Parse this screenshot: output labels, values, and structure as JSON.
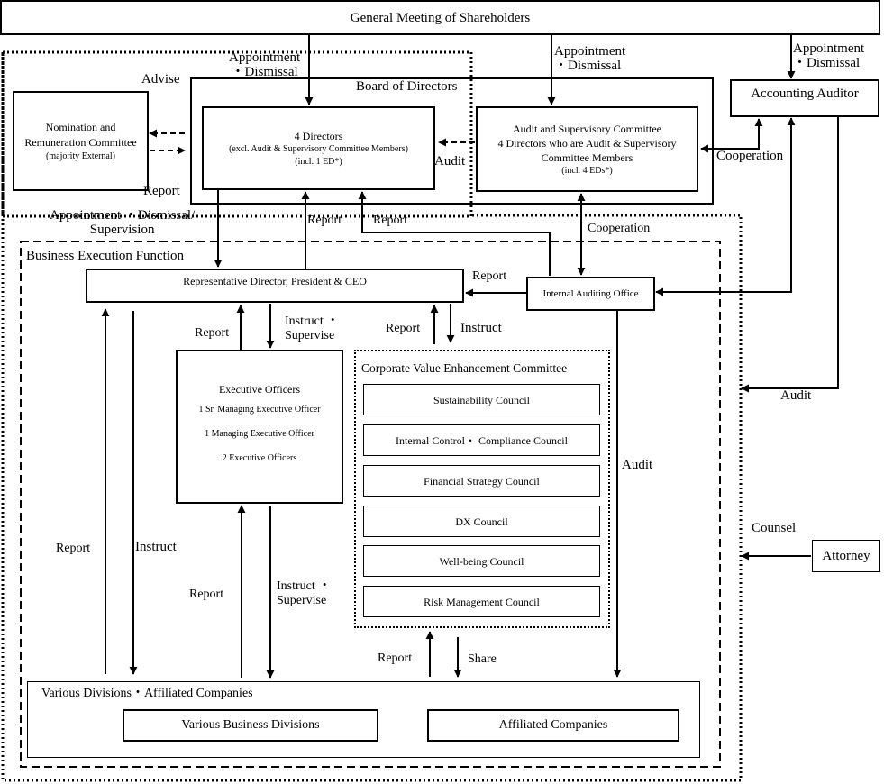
{
  "nodes": {
    "gms": "General Meeting of Shareholders",
    "board": "Board of Directors",
    "nomination": {
      "title": "Nomination and Remuneration Committee",
      "note": "(majority External)"
    },
    "directors": {
      "title": "4 Directors",
      "note": "(excl. Audit & Supervisory Committee Members)",
      "note2": "(incl. 1 ED*)"
    },
    "asc": {
      "title": "Audit and Supervisory Committee",
      "line2": "4 Directors who are Audit & Supervisory Committee Members",
      "note": "(incl. 4 EDs*)"
    },
    "accounting_auditor": "Accounting Auditor",
    "business_execution": "Business Execution Function",
    "ceo": "Representative Director, President & CEO",
    "internal_audit": "Internal Auditing Office",
    "exec_officers": {
      "title": "Executive Officers",
      "items": [
        "1 Sr. Managing Executive Officer",
        "1 Managing Executive Officer",
        "2 Executive Officers"
      ]
    },
    "cvec": {
      "title": "Corporate Value Enhancement Committee",
      "councils": [
        "Sustainability Council",
        "Internal Control・ Compliance Council",
        "Financial Strategy Council",
        "DX Council",
        "Well-being Council",
        "Risk Management Council"
      ]
    },
    "divisions": {
      "title": "Various Divisions・Affiliated Companies",
      "business": "Various Business Divisions",
      "affiliated": "Affiliated Companies"
    },
    "attorney": "Attorney"
  },
  "labels": {
    "appointment": "Appointment",
    "dismissal": "・Dismissal",
    "advise": "Advise",
    "report": "Report",
    "audit": "Audit",
    "cooperation": "Cooperation",
    "appt_dismissal_supervision_1": "Appointment ・Dismissal/",
    "appt_dismissal_supervision_2": "Supervision",
    "instruct": "Instruct",
    "instruct_supervise_1": "Instruct ・",
    "instruct_supervise_2": "Supervise",
    "share": "Share",
    "counsel": "Counsel"
  }
}
